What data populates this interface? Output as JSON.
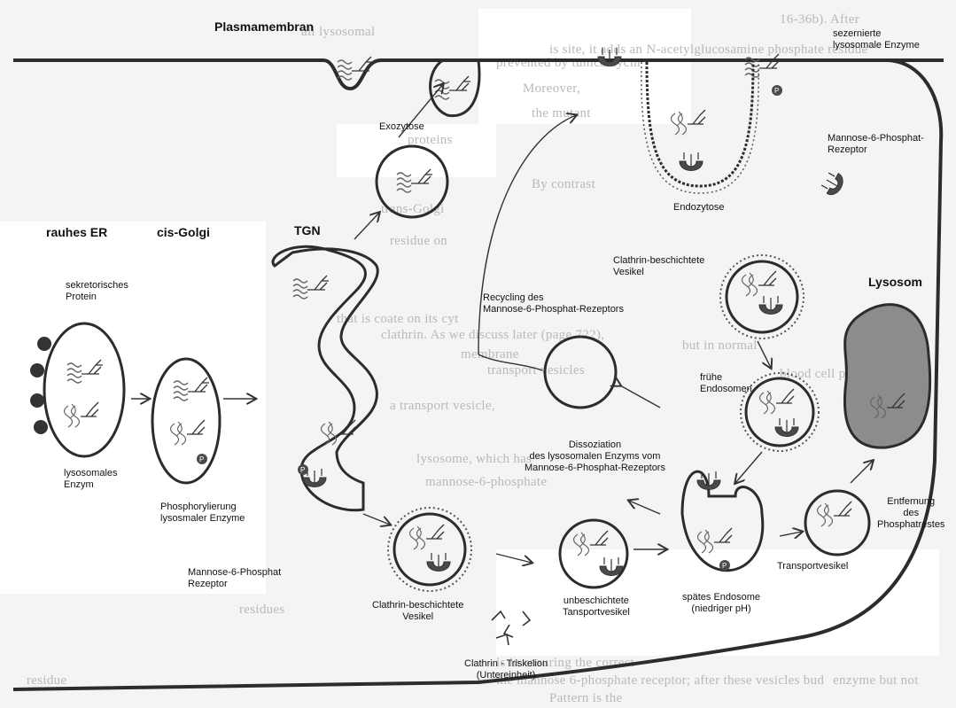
{
  "labels": {
    "plasmamembran": "Plasmamembran",
    "sezernierte": [
      "sezernierte",
      "lysosomale Enzyme"
    ],
    "exozytose": "Exozytose",
    "m6p_rezeptor_top": [
      "Mannose-6-Phosphat-",
      "Rezeptor"
    ],
    "endozytose": "Endozytose",
    "rauhes_er": "rauhes ER",
    "cis_golgi": "cis-Golgi",
    "tgn": "TGN",
    "clathrin_vesikel_right": [
      "Clathrin-beschichtete",
      "Vesikel"
    ],
    "lysosom": "Lysosom",
    "sekretorisches": [
      "sekretorisches",
      "Protein"
    ],
    "recycling": [
      "Recycling des",
      "Mannose-6-Phosphat-Rezeptors"
    ],
    "fruehe": [
      "frühe",
      "Endosomen"
    ],
    "lysosomales_enzym": [
      "lysosomales",
      "Enzym"
    ],
    "dissoziation": [
      "Dissoziation",
      "des lysosomalen Enzyms vom",
      "Mannose-6-Phosphat-Rezeptors"
    ],
    "phosphorylierung": [
      "Phosphorylierung",
      "lysosmaler Enzyme"
    ],
    "entfernung": [
      "Entfernung",
      "des",
      "Phosphatrestes"
    ],
    "m6p_rezeptor_bottom": [
      "Mannose-6-Phosphat",
      "Rezeptor"
    ],
    "transportvesikel": "Transportvesikel",
    "clathrin_vesikel_bottom": [
      "Clathrin-beschichtete",
      "Vesikel"
    ],
    "unbeschichtete": [
      "unbeschichtete",
      "Tansportvesikel"
    ],
    "spaetes": [
      "spätes Endosome",
      "(niedriger pH)"
    ],
    "triskelion": [
      "Clathrin - Triskelion",
      "(Untereinheit)"
    ],
    "phosphate_symbol": "P"
  },
  "background_text": [
    "all lysosomal",
    "16-36b). After",
    "is site, it adds an N-acetylglucosamine phosphate residue",
    "prevented by tunicamycin",
    "Moreover,",
    "the mutant",
    "proteins",
    "By contrast",
    "trans-Golgi",
    "residue on",
    "that is coate on its cyt",
    "clathrin. As we discuss later (page 722),",
    "membrane",
    "transport vesicles",
    "a transport vesicle,",
    "lysosome, which has",
    "mannose-6-phosphate",
    "but in normal",
    "blood cell precur",
    "residues",
    "the mannose 6-phosphate receptor; after these vesicles bud",
    "is in ensuring the correct",
    "residue",
    "enzyme but not",
    "Pattern is the"
  ],
  "colors": {
    "membrane": "#2c2c2c",
    "receptor": "#4a4a4a",
    "lysosome_fill": "#8c8c8c",
    "arrow": "#333333",
    "enzyme_stroke": "#666666"
  }
}
